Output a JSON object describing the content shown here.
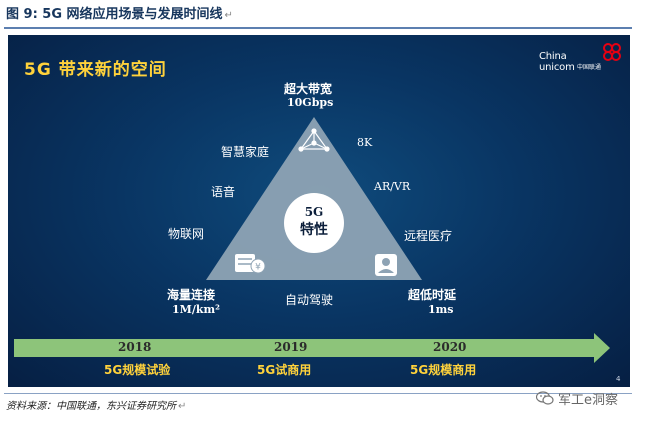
{
  "figure": {
    "title": "图 9: 5G 网络应用场景与发展时间线",
    "paragraph_mark": "↵",
    "source": "资料来源：中国联通，东兴证券研究所"
  },
  "slide": {
    "title": "5G 带来新的空间",
    "logo": {
      "latin": "China unicom",
      "latin_line1": "China",
      "latin_line2": "unicom",
      "chinese": "中国联通",
      "brand_color": "#e60012"
    },
    "triangle": {
      "fill": "#8ea3b4",
      "center": {
        "line1": "5G",
        "line2": "特性"
      },
      "top": {
        "name": "超大带宽",
        "value": "10Gbps"
      },
      "bottom_left": {
        "name": "海量连接",
        "value": "1M/km²"
      },
      "bottom_right": {
        "name": "超低时延",
        "value": "1ms"
      },
      "left_apps": [
        "智慧家庭",
        "语音",
        "物联网"
      ],
      "right_apps": [
        "8K",
        "AR/VR",
        "远程医疗"
      ],
      "bottom_app": "自动驾驶",
      "icons": [
        "network-node-icon",
        "money-stack-icon",
        "person-card-icon"
      ]
    },
    "timeline": {
      "years": [
        "2018",
        "2019",
        "2020"
      ],
      "milestones": [
        "5G规模试验",
        "5G试商用",
        "5G规模商用"
      ],
      "bar_color": "#8dc47a"
    },
    "slide_number": "4"
  },
  "watermark": {
    "text": "军工e洞察",
    "icon": "wechat-icon"
  }
}
